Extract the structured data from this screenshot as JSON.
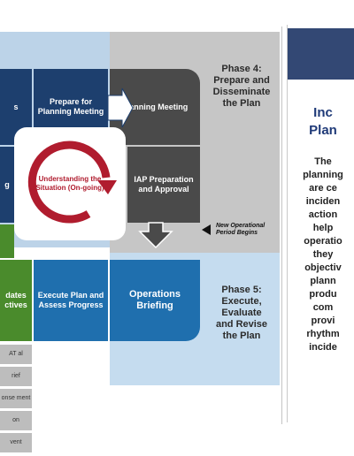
{
  "diagram": {
    "phase4_label": "Phase 4:\nPrepare and\nDisseminate\nthe Plan",
    "phase5_label": "Phase 5:\nExecute,\nEvaluate\nand Revise\nthe Plan",
    "new_operational_period": "New Operational Period Begins",
    "center_label": "Understanding the Situation (On-going)",
    "tiles": {
      "left_top": "s",
      "prepare": "Prepare for Planning Meeting",
      "planning": "Planning Meeting",
      "left_mid": "g",
      "iap": "IAP Preparation and Approval",
      "green_bottom": "dates ctives",
      "execute": "Execute Plan and Assess Progress",
      "ops": "Operations Briefing"
    },
    "side_items": [
      "AT al",
      "rief",
      "onse ment",
      "on",
      "vent"
    ],
    "colors": {
      "navy": "#1d3f6e",
      "gray": "#4a4a4a",
      "blue": "#1f6fae",
      "green": "#4a8b2c",
      "red": "#b01c2e"
    }
  },
  "panel": {
    "title": "Inc\nPlan",
    "body": "The\nplanning\nare ce\ninciden\naction\nhelp\noperatio\nthey\nobjectiv\nplann\nprodu\ncom\nprovi\nrhythm\nincide"
  }
}
